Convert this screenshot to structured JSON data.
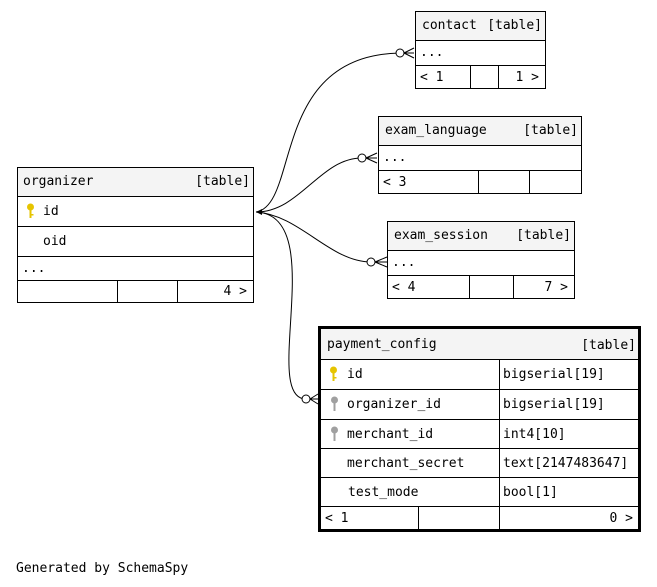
{
  "tables": {
    "contact": {
      "name": "contact",
      "kind": "[table]",
      "ellipsis": "...",
      "footer": [
        "< 1",
        "",
        "1 >"
      ]
    },
    "exam_language": {
      "name": "exam_language",
      "kind": "[table]",
      "ellipsis": "...",
      "footer": [
        "< 3",
        "",
        ""
      ]
    },
    "exam_session": {
      "name": "exam_session",
      "kind": "[table]",
      "ellipsis": "...",
      "footer": [
        "< 4",
        "",
        "7 >"
      ]
    },
    "organizer": {
      "name": "organizer",
      "kind": "[table]",
      "columns": [
        {
          "name": "id",
          "key": "primary"
        },
        {
          "name": "oid",
          "key": "none"
        }
      ],
      "ellipsis": "...",
      "footer": [
        "",
        "",
        "4 >"
      ]
    },
    "payment_config": {
      "name": "payment_config",
      "kind": "[table]",
      "columns": [
        {
          "name": "id",
          "type": "bigserial[19]",
          "key": "primary"
        },
        {
          "name": "organizer_id",
          "type": "bigserial[19]",
          "key": "foreign"
        },
        {
          "name": "merchant_id",
          "type": "int4[10]",
          "key": "foreign"
        },
        {
          "name": "merchant_secret",
          "type": "text[2147483647]",
          "key": "none"
        },
        {
          "name": "test_mode",
          "type": "bool[1]",
          "key": "none"
        }
      ],
      "footer": [
        "< 1",
        "",
        "0 >"
      ]
    }
  },
  "colors": {
    "primary_key": "#e6c400",
    "foreign_key": "#a0a0a0",
    "header_bg": "#f4f4f4"
  },
  "footer_text": "Generated by SchemaSpy"
}
